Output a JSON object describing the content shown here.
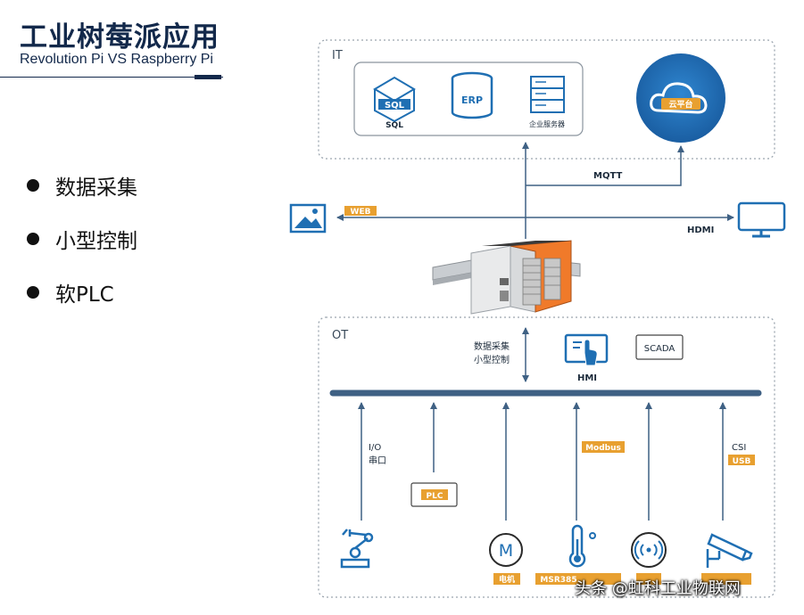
{
  "header": {
    "title": "工业树莓派应用",
    "subtitle": "Revolution Pi VS Raspberry Pi"
  },
  "bullets": [
    {
      "label": "数据采集"
    },
    {
      "label": "小型控制"
    },
    {
      "label": "软PLC"
    }
  ],
  "it": {
    "label": "IT",
    "sql_icon_text": "SQL",
    "sql_label": "SQL",
    "erp_label": "ERP",
    "server_label": "企业服务器",
    "cloud_label": "云平台"
  },
  "links": {
    "mqtt": "MQTT",
    "web": "WEB",
    "hdmi": "HDMI"
  },
  "ot": {
    "label": "OT",
    "note_line1": "数据采集",
    "note_line2": "小型控制",
    "hmi_label": "HMI",
    "scada_label": "SCADA",
    "io_line1": "I/O",
    "io_line2": "串口",
    "plc_label": "PLC",
    "modbus_label": "Modbus",
    "csi_label": "CSI",
    "usb_label": "USB",
    "motor_symbol": "M",
    "motor_label": "电机",
    "sensor_label": "MSR385"
  },
  "watermark": "头条 @虹科工业物联网",
  "colors": {
    "navy": "#13294b",
    "steel": "#3f6184",
    "orange": "#e8a030",
    "blue": "#1f6fb3"
  }
}
